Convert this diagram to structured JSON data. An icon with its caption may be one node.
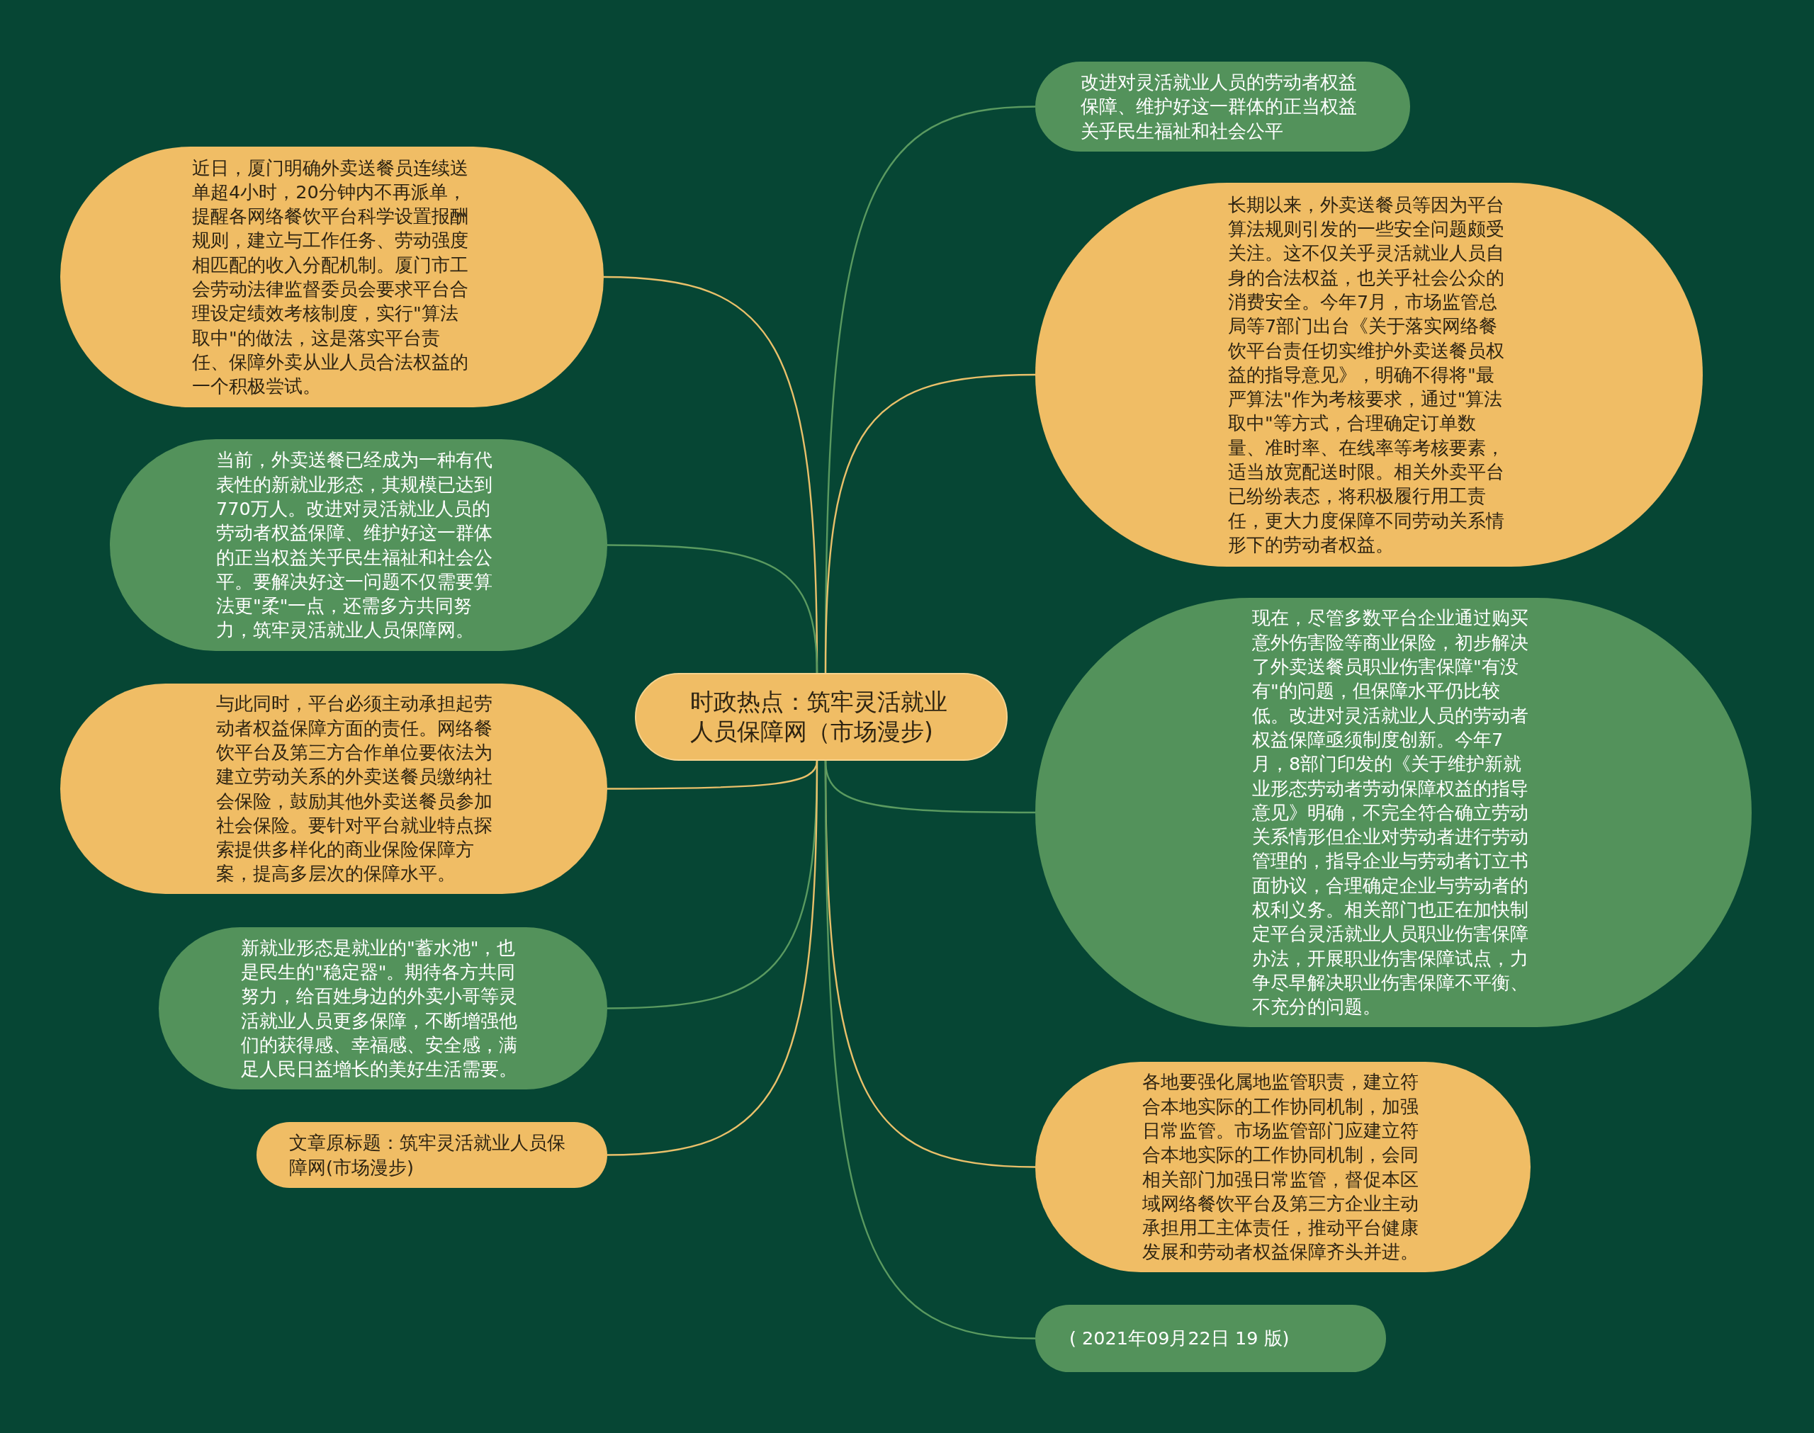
{
  "diagram": {
    "nodes": [
      {
        "text": [
          "时政热点：筑牢灵活就业人员保障网（市场漫步)"
        ]
      },
      {
        "text": [
          "近日，厦门明确外卖送餐员连续送单超4小时，20分钟内不再派单，提醒各网络餐饮平台科学设置报酬规则，建立与工作任务、劳动强度相匹配的收入分配机制。厦门市工会劳动法律监督委员会要求平台合理设定绩效考核制度，实行\"算法取中\"的做法，这是落实平台责任、保障外卖从业人员合法权益的一个积极尝试。"
        ]
      },
      {
        "text": [
          "当前，外卖送餐已经成为一种有代表性的新就业形态，其规模已达到770万人。改进对灵活就业人员的劳动者权益保障、维护好这一群体的正当权益关乎民生福祉和社会公平。要解决好这一问题不仅需要算法更\"柔\"一点，还需多方共同努力，筑牢灵活就业人员保障网。"
        ]
      },
      {
        "text": [
          "与此同时，平台必须主动承担起劳动者权益保障方面的责任。网络餐饮平台及第三方合作单位要依法为建立劳动关系的外卖送餐员缴纳社会保险，鼓励其他外卖送餐员参加社会保险。要针对平台就业特点探索提供多样化的商业保险保障方案，提高多层次的保障水平。"
        ]
      },
      {
        "text": [
          "新就业形态是就业的\"蓄水池\"，也是民生的\"稳定器\"。期待各方共同努力，给百姓身边的外卖小哥等灵活就业人员更多保障，不断增强他们的获得感、幸福感、安全感，满足人民日益增长的美好生活需要。"
        ]
      },
      {
        "text": [
          "文章原标题：筑牢灵活就业人员保障网(市场漫步)"
        ]
      },
      {
        "text": [
          "改进对灵活就业人员的劳动者权益保障、维护好这一群体的正当权益关乎民生福祉和社会公平"
        ]
      },
      {
        "text": [
          "长期以来，外卖送餐员等因为平台算法规则引发的一些安全问题颇受关注。这不仅关乎灵活就业人员自身的合法权益，也关乎社会公众的消费安全。今年7月，市场监管总局等7部门出台《关于落实网络餐饮平台责任切实维护外卖送餐员权益的指导意见》，明确不得将\"最严算法\"作为考核要求，通过\"算法取中\"等方式，合理确定订单数量、准时率、在线率等考核要素，适当放宽配送时限。相关外卖平台已纷纷表态，将积极履行用工责任，更大力度保障不同劳动关系情形下的劳动者权益。"
        ]
      },
      {
        "text": [
          "现在，尽管多数平台企业通过购买意外伤害险等商业保险，初步解决了外卖送餐员职业伤害保障\"有没有\"的问题，但保障水平仍比较低。改进对灵活就业人员的劳动者权益保障亟须制度创新。今年7月，8部门印发的《关于维护新就业形态劳动者劳动保障权益的指导意见》明确，不完全符合确立劳动关系情形但企业对劳动者进行劳动管理的，指导企业与劳动者订立书面协议，合理确定企业与劳动者的权利义务。相关部门也正在加快制定平台灵活就业人员职业伤害保障办法，开展职业伤害保障试点，力争尽早解决职业伤害保障不平衡、不充分的问题。"
        ]
      },
      {
        "text": [
          "各地要强化属地监管职责，建立符合本地实际的工作协同机制，加强日常监管。市场监管部门应建立符合本地实际的工作协同机制，会同相关部门加强日常监管，督促本区域网络餐饮平台及第三方企业主动承担用工主体责任，推动平台健康发展和劳动者权益保障齐头并进。"
        ]
      },
      {
        "text": [
          "( 2021年09月22日 19 版)"
        ]
      }
    ],
    "edges": [
      {
        "from": 0,
        "to": 1,
        "arrow": "none"
      },
      {
        "from": 0,
        "to": 2,
        "arrow": "none",
        "color": "#5a9a60"
      },
      {
        "from": 0,
        "to": 3,
        "arrow": "none"
      },
      {
        "from": 0,
        "to": 4,
        "arrow": "none",
        "color": "#5a9a60"
      },
      {
        "from": 0,
        "to": 5,
        "arrow": "none"
      },
      {
        "from": 0,
        "to": 6,
        "arrow": "none",
        "color": "#5a9a60"
      },
      {
        "from": 0,
        "to": 7,
        "arrow": "none"
      },
      {
        "from": 0,
        "to": 8,
        "arrow": "none",
        "color": "#5a9a60"
      },
      {
        "from": 0,
        "to": 9,
        "arrow": "none"
      },
      {
        "from": 0,
        "to": 10,
        "arrow": "none",
        "color": "#5a9a60"
      }
    ]
  }
}
